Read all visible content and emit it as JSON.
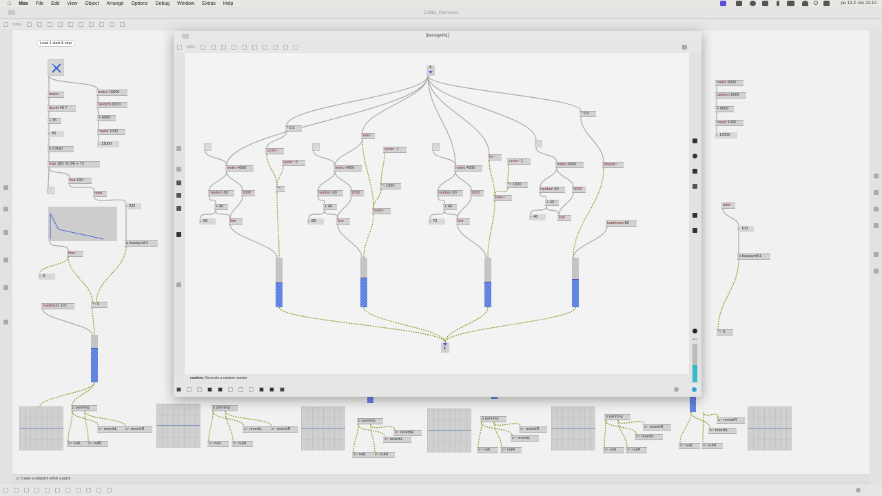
{
  "menubar": {
    "app": "Max",
    "items": [
      "File",
      "Edit",
      "View",
      "Object",
      "Arrange",
      "Options",
      "Debug",
      "Window",
      "Extras",
      "Help"
    ],
    "clock": "pe 13.2. klo 23.10"
  },
  "main": {
    "title": "Collatz_Harmonics",
    "zoom": "100%",
    "comment": "Lead 1 start & stop",
    "objects": [
      "metro",
      "drunk 48 7",
      "+ 36",
      "p collatz",
      "expr ($f1 % 24) + 72",
      "line 100",
      "mtof",
      "p leadsynth1",
      "line~",
      "loadmess 110",
      "*~ 0.",
      "metro 16000",
      "random 6000",
      "+ 6000",
      "round 1000",
      "metro 8000",
      "random 6000",
      "+ 6000",
      "round 1000",
      "mtof",
      "p basssynth1",
      "*~ 0."
    ],
    "numbers": [
      "83",
      "932",
      "0.",
      "11000",
      "12000",
      "103"
    ],
    "panning": [
      {
        "panner": "p panning",
        "reverb_l": "s~ reverbL",
        "reverb_r": "s~ reverbR",
        "out_l": "s~ outL",
        "out_r": "s~ outR"
      },
      {
        "panner": "p panning",
        "reverb_l": "s~ reverbL",
        "reverb_r": "s~ reverbR",
        "out_l": "s~ outL",
        "out_r": "s~ outR"
      },
      {
        "panner": "p panning",
        "reverb_l": "s~ reverbL",
        "reverb_r": "s~ reverbR",
        "out_l": "s~ outL",
        "out_r": "s~ outR"
      },
      {
        "panner": "p panning",
        "reverb_l": "s~ reverbL",
        "reverb_r": "s~ reverbR",
        "out_l": "s~ outL",
        "out_r": "s~ outR"
      },
      {
        "panner": "p panning",
        "reverb_l": "s~ reverbL",
        "reverb_r": "s~ reverbR",
        "out_l": "s~ outL",
        "out_r": "s~ outR"
      },
      {
        "reverb_l": "s~ reverbL",
        "reverb_r": "s~ reverbR",
        "out_l": "s~ outL",
        "out_r": "s~ outR"
      }
    ],
    "gain_level": 0.72,
    "toggle_on": true,
    "status": "p: Create a subpatch within a patch"
  },
  "sub": {
    "title": "[basssynth1]",
    "zoom": "100%",
    "inlet": "1",
    "outlet": "1",
    "objects": [
      "* 0.5",
      "cycle~",
      "cycle~ 3",
      "*~",
      "saw~",
      "cycle~ 1",
      "*~ 1000",
      "lores~",
      "metro 4000",
      "random 80",
      "2000",
      "+ 40",
      "line",
      "metro 4000",
      "random 80",
      "2000",
      "+ 40",
      "line",
      "metro 4000",
      "random 80",
      "2000",
      "+ 40",
      "line",
      "tri~",
      "cycle~ 1",
      "*~ 1000",
      "lores~",
      "metro 4000",
      "random 80",
      "2000",
      "+ 40",
      "line",
      "* 0.5",
      "phasor~",
      "loadmess 80"
    ],
    "numbers": [
      "68",
      "88",
      "73",
      "48"
    ],
    "gain_levels": [
      0.5,
      0.6,
      0.52,
      0.57
    ],
    "status_name": "random:",
    "status_text": "Generate a random number",
    "cpu": "5%"
  },
  "colors": {
    "accent": "#4a6fd8",
    "signal_cable": "#8a9a2a",
    "cable": "#a8a8a8",
    "object_name": "#7b2424"
  }
}
